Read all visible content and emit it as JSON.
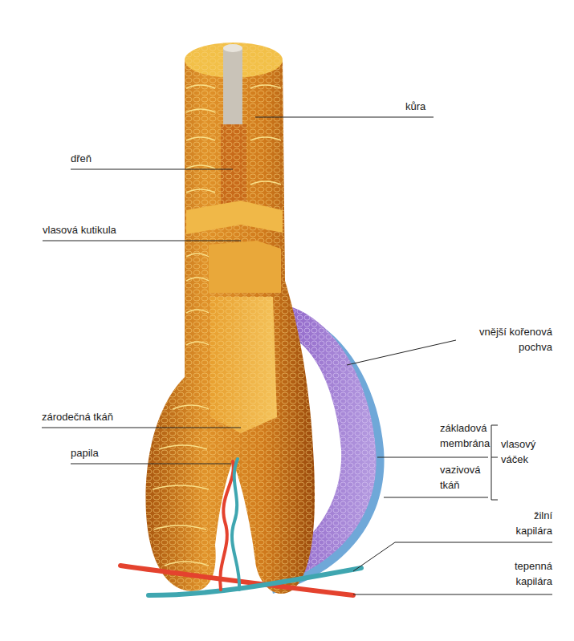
{
  "diagram": {
    "labels": [
      "kůra",
      "dřeň",
      "vlasová kutikula",
      "vnější kořenová pochva",
      "zárodečná tkáň",
      "papila",
      "základová membrána",
      "vlasový váček",
      "vazivová tkáň",
      "žilní kapilára",
      "tepenná kapilára"
    ]
  }
}
